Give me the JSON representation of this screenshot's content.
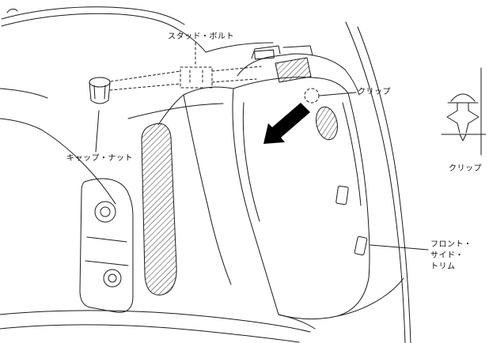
{
  "figure": {
    "labels": {
      "stud_bolt": "スタッド・ボルト",
      "clip_top": "クリップ",
      "clip_right": "クリップ",
      "cap_nut": "キャップ・ナット",
      "front_side_trim": [
        "フロント・",
        "サイド・",
        "トリム"
      ]
    },
    "colors": {
      "line": "#1a1a1a",
      "arrow_fill": "#000000",
      "background": "#ffffff"
    }
  }
}
